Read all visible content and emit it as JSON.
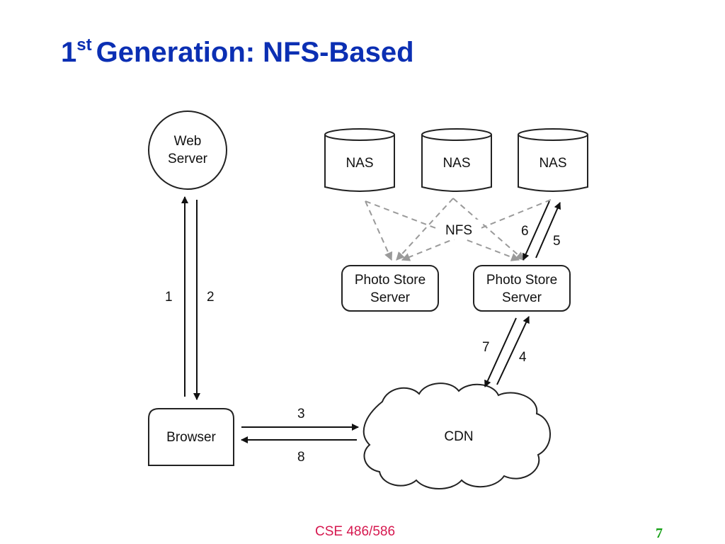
{
  "slide": {
    "title_number": "1",
    "title_superscript": "st",
    "title_rest": "Generation: NFS-Based",
    "footer": "CSE 486/586",
    "page_number": "7"
  },
  "diagram": {
    "web_server": [
      "Web",
      "Server"
    ],
    "browser": "Browser",
    "cdn": "CDN",
    "nas": [
      "NAS",
      "NAS",
      "NAS"
    ],
    "photo_store_left": [
      "Photo Store",
      "Server"
    ],
    "photo_store_right": [
      "Photo Store",
      "Server"
    ],
    "nfs_label": "NFS",
    "arrow_labels": {
      "a1": "1",
      "a2": "2",
      "a3": "3",
      "a4": "4",
      "a5": "5",
      "a6": "6",
      "a7": "7",
      "a8": "8"
    }
  },
  "colors": {
    "title": "#0b2fb3",
    "footer": "#d6184f",
    "page_number": "#14a014",
    "nfs_dashed_arrows": "#9a9a9a"
  }
}
